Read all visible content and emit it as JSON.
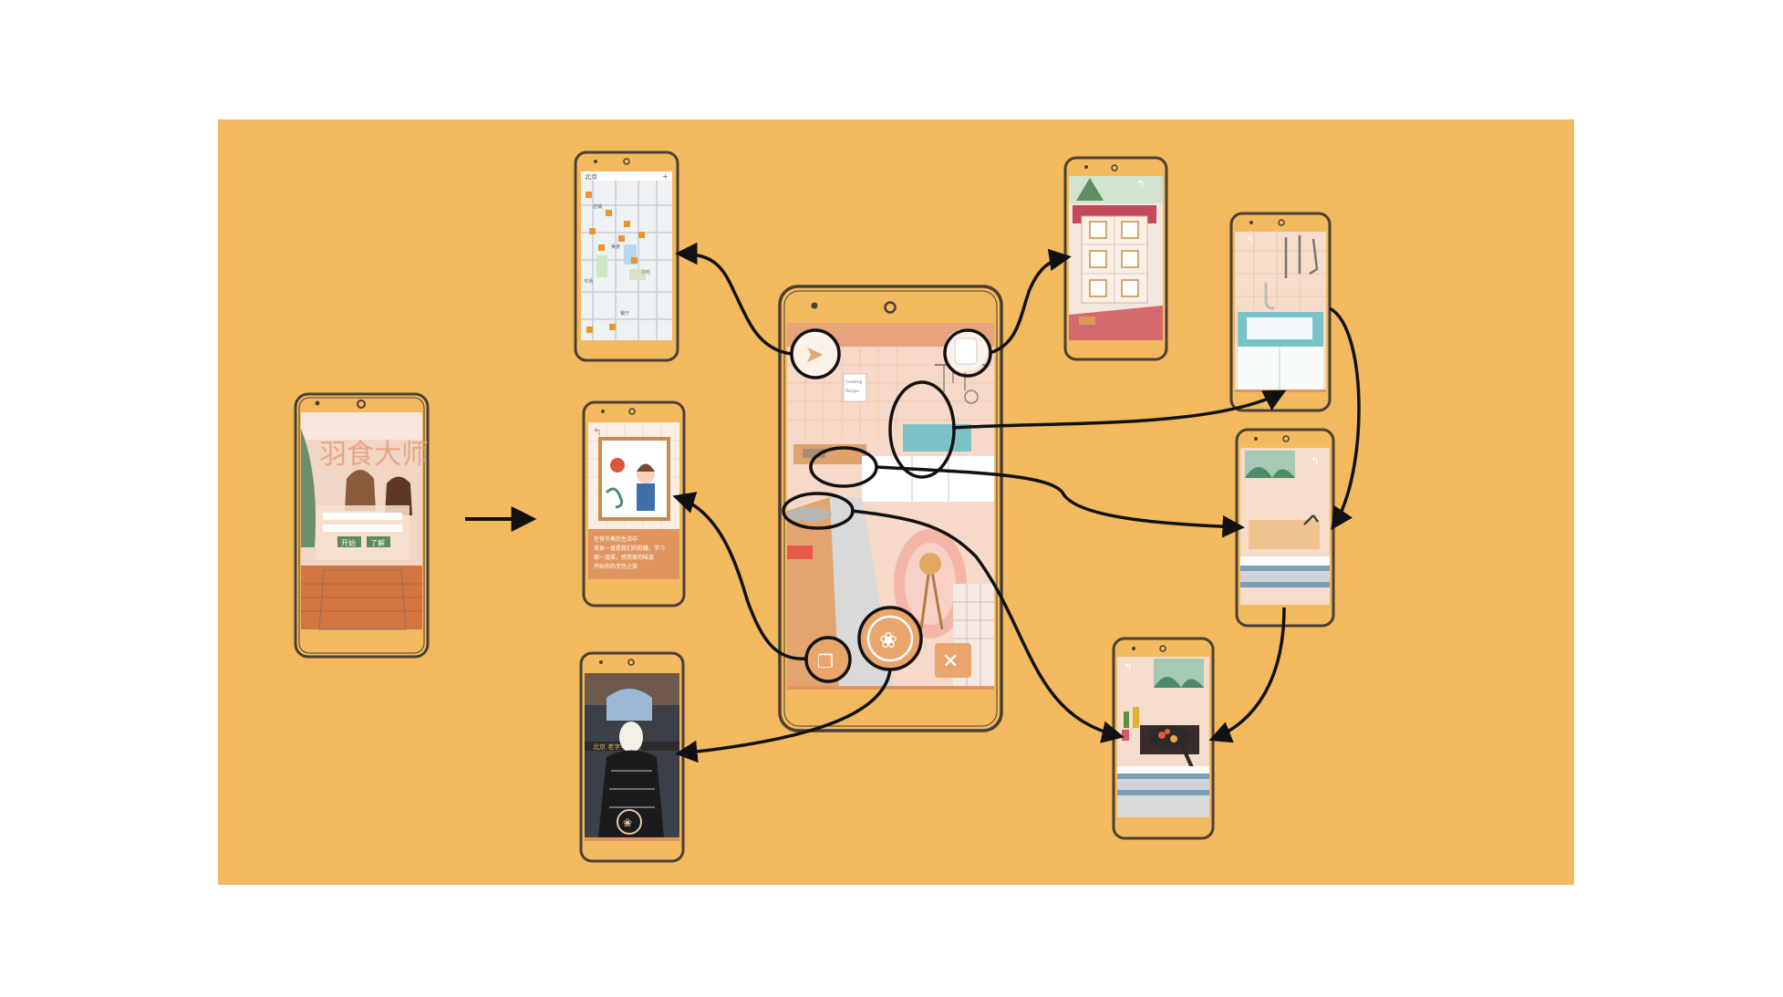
{
  "colors": {
    "background": "#f2b95f",
    "page": "#ffffff",
    "phone_outline": "#4a3f35",
    "arrow": "#111111",
    "wall_tile": "#f6d9c8",
    "panel": "#e0955e",
    "map_green": "#cfe5c6",
    "map_blue": "#b9d7ef"
  },
  "screens": {
    "splash": {
      "title": "羽食大师",
      "button_left": "开始",
      "button_right": "了解"
    },
    "map": {
      "top_bar": "北京",
      "labels": [
        "店铺",
        "美食",
        "小吃",
        "市场",
        "餐厅"
      ]
    },
    "story": {
      "paragraph": [
        "在快节奏的生活中",
        "美食一直是我们的慰藉，学习",
        "做一道菜，感受家的味道",
        "开始你的烹饪之旅"
      ]
    },
    "photo": {
      "sign_text": "北京 老字号 饭庄"
    },
    "kitchen_main": {
      "notes": [
        "Cooking",
        "Recipe"
      ]
    }
  },
  "icons": [
    "send-icon",
    "fridge-icon",
    "recipe-cards-icon",
    "cabbage-icon",
    "utensils-icon",
    "corner-return-icon",
    "knife-icon",
    "pan-icon"
  ]
}
